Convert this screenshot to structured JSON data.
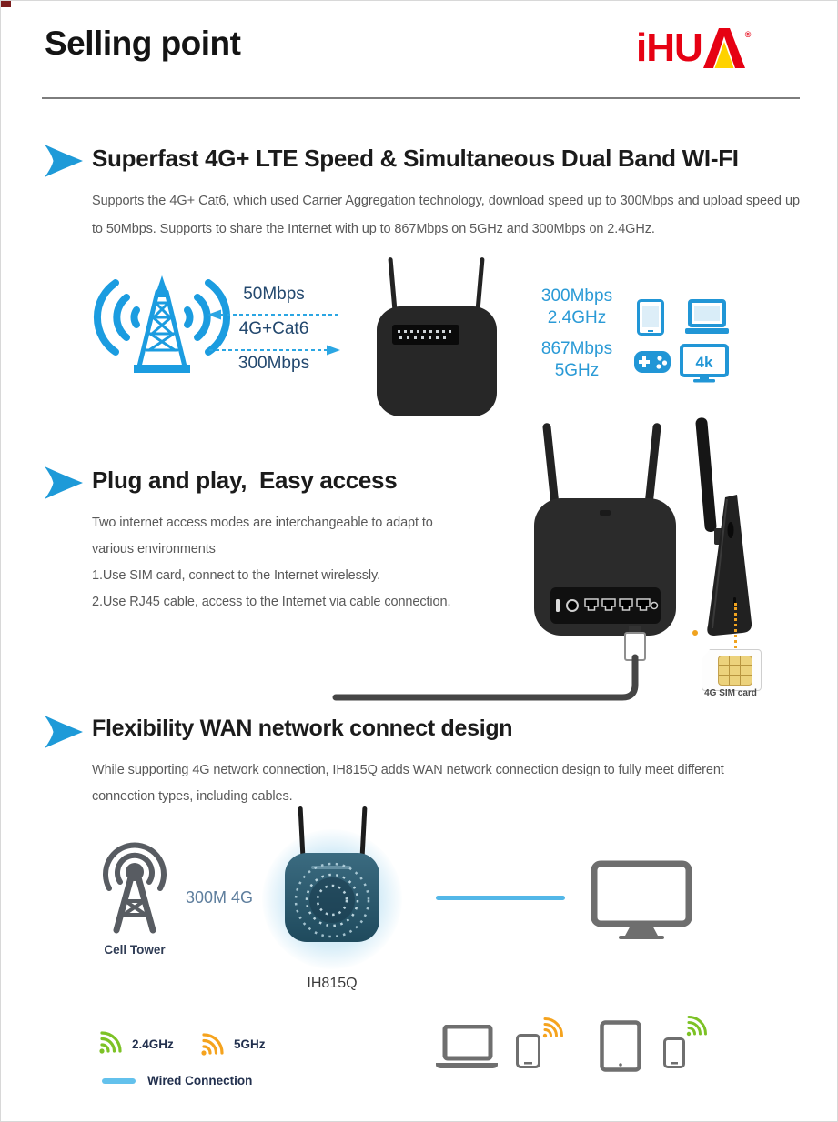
{
  "page": {
    "title": "Selling point",
    "logo": {
      "text": "iHU",
      "mark": "®"
    }
  },
  "section1": {
    "heading": "Superfast 4G+ LTE Speed & Simultaneous Dual Band WI-FI",
    "body_line1": "Supports the 4G+ Cat6, which used Carrier Aggregation technology, download speed up to 300Mbps and upload speed up",
    "body_line2": "to 50Mbps. Supports to share the Internet with up to 867Mbps on 5GHz and 300Mbps on 2.4GHz.",
    "diagram": {
      "upload_speed": "50Mbps",
      "technology": "4G+Cat6",
      "download_speed": "300Mbps",
      "band_24": {
        "speed": "300Mbps",
        "freq": "2.4GHz"
      },
      "band_5": {
        "speed": "867Mbps",
        "freq": "5GHz"
      },
      "tv_badge": "4k"
    }
  },
  "section2": {
    "heading": "Plug and play,  Easy access",
    "lines": [
      "Two internet access modes are interchangeable to adapt to",
      "various environments",
      "1.Use SIM card, connect to the Internet wirelessly.",
      "2.Use RJ45 cable, access to the Internet via cable connection."
    ],
    "sim_card_label": "4G SIM card"
  },
  "section3": {
    "heading": "Flexibility WAN network connect design",
    "body_line1": "While supporting 4G network connection, IH815Q adds WAN network connection design to fully meet different",
    "body_line2": "connection types, including cables.",
    "diagram": {
      "cell_tower_label": "Cell Tower",
      "link_label": "300M 4G",
      "router_label": "IH815Q"
    },
    "legend": {
      "wifi_24_label": "2.4GHz",
      "wifi_5_label": "5GHz",
      "wired_label": "Wired Connection"
    }
  },
  "colors": {
    "accent_blue": "#2196d6",
    "icon_blue": "#1b9ce0",
    "speed_text_navy": "#23486e",
    "brand_red": "#e60113",
    "brand_yellow": "#ffd200",
    "wifi_green": "#7dc226",
    "wifi_orange": "#f5a31e",
    "wired_blue": "#53b7e8",
    "body_text_gray": "#595959"
  }
}
